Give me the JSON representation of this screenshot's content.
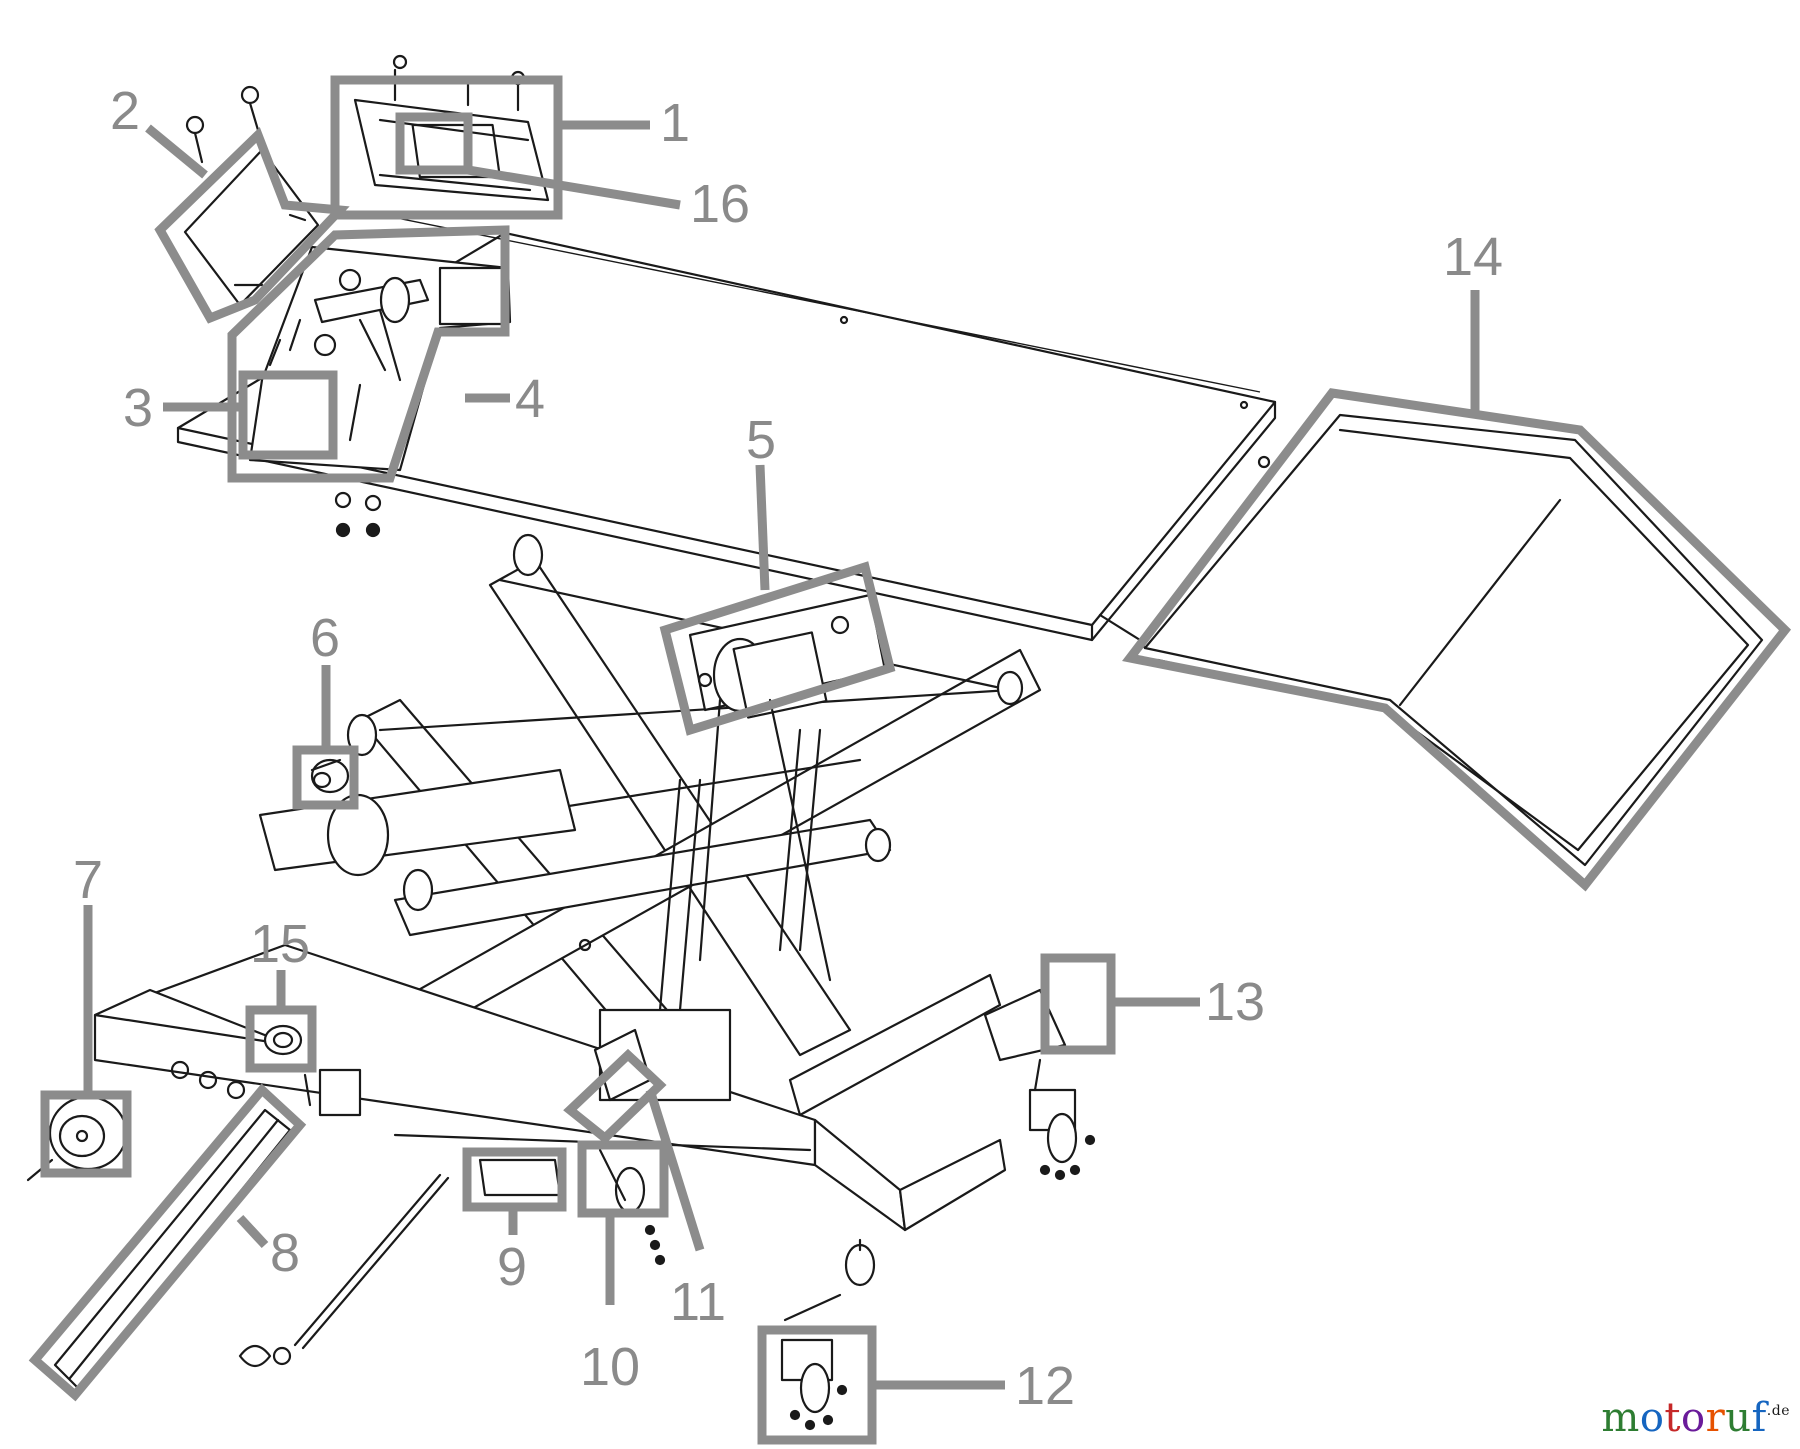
{
  "callouts": [
    {
      "id": "1",
      "label": "1"
    },
    {
      "id": "2",
      "label": "2"
    },
    {
      "id": "3",
      "label": "3"
    },
    {
      "id": "4",
      "label": "4"
    },
    {
      "id": "5",
      "label": "5"
    },
    {
      "id": "6",
      "label": "6"
    },
    {
      "id": "7",
      "label": "7"
    },
    {
      "id": "8",
      "label": "8"
    },
    {
      "id": "9",
      "label": "9"
    },
    {
      "id": "10",
      "label": "10"
    },
    {
      "id": "11",
      "label": "11"
    },
    {
      "id": "12",
      "label": "12"
    },
    {
      "id": "13",
      "label": "13"
    },
    {
      "id": "14",
      "label": "14"
    },
    {
      "id": "15",
      "label": "15"
    },
    {
      "id": "16",
      "label": "16"
    }
  ],
  "watermark": {
    "letters": [
      "m",
      "o",
      "t",
      "o",
      "r",
      "u",
      "f"
    ],
    "tld": ".de",
    "colors": [
      "#2e7d32",
      "#1565c0",
      "#c62828",
      "#6a1b9a",
      "#e65100",
      "#2e7d32",
      "#1565c0"
    ]
  },
  "colors": {
    "callout": "#8a8a8a",
    "line_art": "#1a1a1a",
    "background": "#ffffff"
  }
}
